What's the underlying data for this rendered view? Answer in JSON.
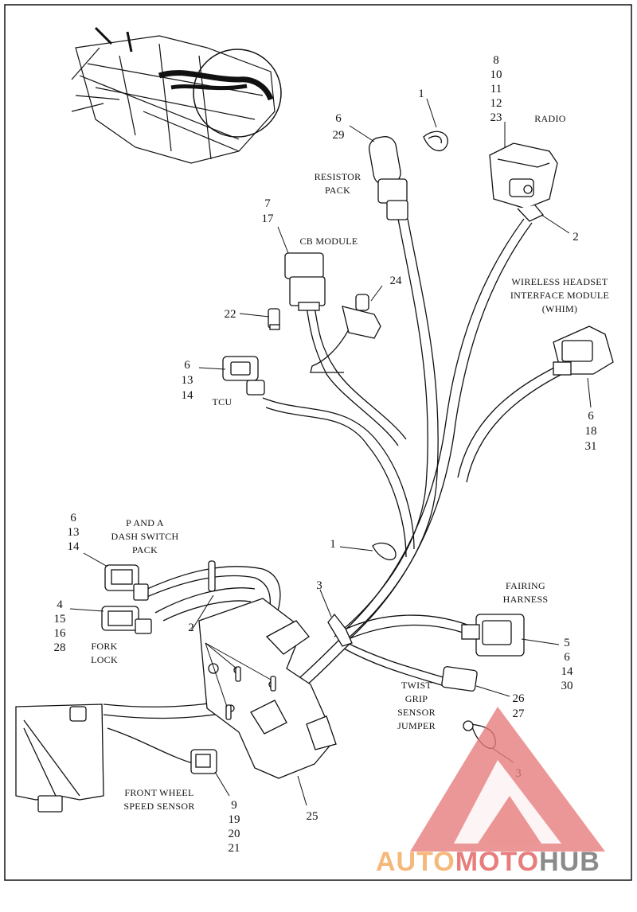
{
  "labels": {
    "radio": "RADIO",
    "resistor_pack": [
      "RESISTOR",
      "PACK"
    ],
    "cb_module": "CB MODULE",
    "whim": [
      "WIRELESS HEADSET",
      "INTERFACE MODULE",
      "(WHIM)"
    ],
    "tcu": "TCU",
    "p_and_a": [
      "P AND A",
      "DASH SWITCH",
      "PACK"
    ],
    "fork_lock": [
      "FORK",
      "LOCK"
    ],
    "fairing_harness": [
      "FAIRING",
      "HARNESS"
    ],
    "twist_grip": [
      "TWIST",
      "GRIP",
      "SENSOR",
      "JUMPER"
    ],
    "front_wheel": [
      "FRONT WHEEL",
      "SPEED SENSOR"
    ]
  },
  "callouts": {
    "radio_refs": [
      "8",
      "10",
      "11",
      "12",
      "23"
    ],
    "clip_top": "1",
    "resistor_refs": [
      "6",
      "29"
    ],
    "radio_clip": "2",
    "cb_refs": [
      "7",
      "17"
    ],
    "cap": "24",
    "plug": "22",
    "tcu_refs": [
      "6",
      "13",
      "14"
    ],
    "whim_refs": [
      "6",
      "18",
      "31"
    ],
    "p_and_a_refs": [
      "6",
      "13",
      "14"
    ],
    "clip_mid": "1",
    "fork_lock_refs": [
      "4",
      "15",
      "16",
      "28"
    ],
    "tie_clip": "3",
    "ties": "2",
    "fairing_refs": [
      "5",
      "6",
      "14",
      "30"
    ],
    "twist_grip_refs": [
      "26",
      "27"
    ],
    "cable_clamp": "3",
    "front_wheel_refs": [
      "9",
      "19",
      "20",
      "21"
    ],
    "bracket": "25"
  },
  "watermark": {
    "part1": "AUTO",
    "part2": "MOTO",
    "part3": "HUB",
    "color_orange": "#f5b87a",
    "color_red": "#e77d7d",
    "color_gray": "#8a8a8a"
  }
}
